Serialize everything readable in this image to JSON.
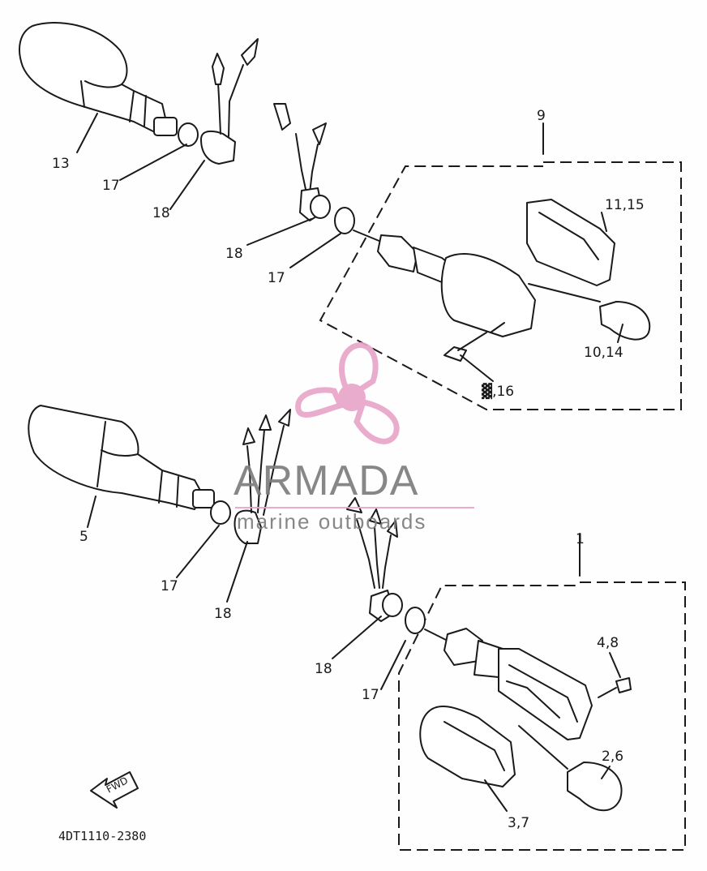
{
  "labels": {
    "l13": "13",
    "l17a": "17",
    "l18a": "18",
    "l9": "9",
    "l18b": "18",
    "l17b": "17",
    "l11_15": "11,15",
    "l10_14": "10,14",
    "l16": "16",
    "l5": "5",
    "l17c": "17",
    "l18c": "18",
    "l1": "1",
    "l18d": "18",
    "l17d": "17",
    "l4_8": "4,8",
    "l2_6": "2,6",
    "l3_7": "3,7",
    "fwd": "FWD",
    "code": "4DT1110-2380"
  },
  "watermark": {
    "brand": "ARMADA",
    "tagline": "marine outboards",
    "color": "#e8a6c8"
  }
}
